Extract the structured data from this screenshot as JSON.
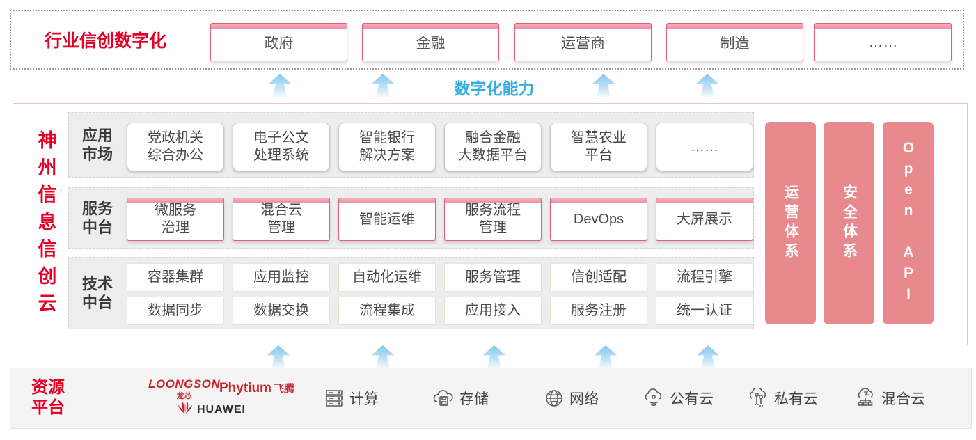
{
  "top": {
    "label": "行业信创数字化",
    "sectors": [
      "政府",
      "金融",
      "运营商",
      "制造",
      "……"
    ]
  },
  "capability": {
    "label": "数字化能力"
  },
  "platform": {
    "title": "神州信息信创云",
    "rows": [
      {
        "label": "应用\n市场",
        "boxes": [
          "党政机关\n综合办公",
          "电子公文\n处理系统",
          "智能银行\n解决方案",
          "融合金融\n大数据平台",
          "智慧农业\n平台",
          "……"
        ]
      },
      {
        "label": "服务\n中台",
        "boxes": [
          "微服务\n治理",
          "混合云\n管理",
          "智能运维",
          "服务流程\n管理",
          "DevOps",
          "大屏展示"
        ]
      },
      {
        "label": "技术\n中台",
        "grid": [
          [
            "容器集群",
            "应用监控",
            "自动化运维",
            "服务管理",
            "信创适配",
            "流程引擎"
          ],
          [
            "数据同步",
            "数据交换",
            "流程集成",
            "应用接入",
            "服务注册",
            "统一认证"
          ]
        ]
      }
    ],
    "pillars": [
      "运营体系",
      "安全体系",
      "Open API"
    ]
  },
  "resources": {
    "label": "资源\n平台",
    "vendors": [
      {
        "name": "LOONGSON",
        "sub": "龙芯"
      },
      {
        "name": "Phytium",
        "sub": "飞腾"
      },
      {
        "name": "HUAWEI",
        "sub": ""
      }
    ],
    "items": [
      {
        "icon": "compute-icon",
        "label": "计算"
      },
      {
        "icon": "storage-icon",
        "label": "存储"
      },
      {
        "icon": "network-icon",
        "label": "网络"
      },
      {
        "icon": "public-cloud-icon",
        "label": "公有云"
      },
      {
        "icon": "private-cloud-icon",
        "label": "私有云"
      },
      {
        "icon": "hybrid-cloud-icon",
        "label": "混合云"
      }
    ]
  },
  "colors": {
    "accent_red": "#e60027",
    "box_border_pink": "#e0607a",
    "box_cap_pink": "#ee8ba0",
    "pillar_salmon": "#e8898d",
    "capability_blue": "#35aee3",
    "arrow_blue": "#85c6ee",
    "band_gray": "#ededed"
  }
}
